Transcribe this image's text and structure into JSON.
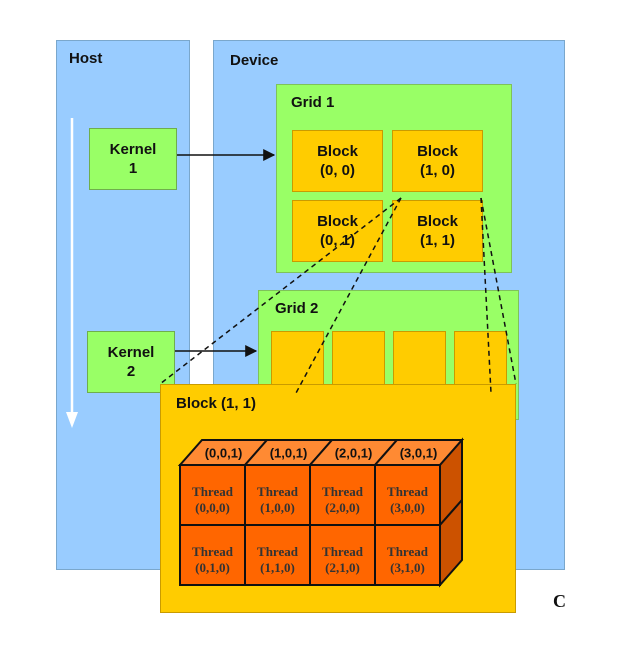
{
  "host": {
    "title": "Host"
  },
  "device": {
    "title": "Device"
  },
  "kernels": [
    {
      "label": "Kernel\n1"
    },
    {
      "label": "Kernel\n2"
    }
  ],
  "grid1": {
    "title": "Grid 1",
    "blocks": [
      {
        "label": "Block\n(0, 0)"
      },
      {
        "label": "Block\n(1, 0)"
      },
      {
        "label": "Block\n(0, 1)"
      },
      {
        "label": "Block\n(1, 1)"
      }
    ]
  },
  "grid2": {
    "title": "Grid 2"
  },
  "block_detail": {
    "title": "Block (1, 1)",
    "top_labels": [
      "(0,0,1)",
      "(1,0,1)",
      "(2,0,1)",
      "(3,0,1)"
    ],
    "thread_word": "Thread",
    "threads": [
      [
        "(0,0,0)",
        "(1,0,0)",
        "(2,0,0)",
        "(3,0,0)"
      ],
      [
        "(0,1,0)",
        "(1,1,0)",
        "(2,1,0)",
        "(3,1,0)"
      ]
    ]
  },
  "cut_text": "C",
  "colors": {
    "panel": "#99ccff",
    "green": "#99ff66",
    "block": "#ffcc00",
    "cube_front": "#ff6600",
    "cube_top": "#ff8a33",
    "cube_side": "#cc5200"
  }
}
